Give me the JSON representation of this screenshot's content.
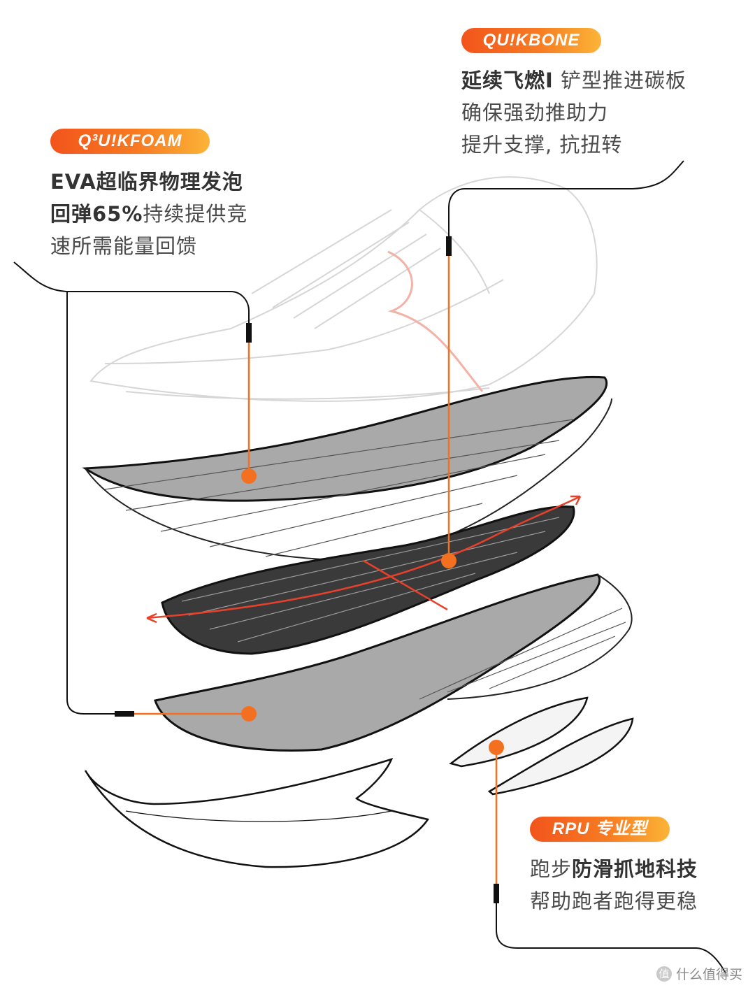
{
  "badges": {
    "quikbone": "QU!KBONE",
    "quikfoam": "Q³U!KFOAM",
    "rpu": "RPU 专业型"
  },
  "quikbone_text": {
    "line1_bold": "延续飞燃I",
    "line1_rest": " 铲型推进碳板",
    "line2": "确保强劲推助力",
    "line3": "提升支撑, 抗扭转"
  },
  "quikfoam_text": {
    "line1": "EVA超临界物理发泡",
    "line2_bold": "回弹65%",
    "line2_rest": "持续提供竞",
    "line3": "速所需能量回馈"
  },
  "rpu_text": {
    "line1_normal": "跑步",
    "line1_bold": "防滑抓地科技",
    "line2": "帮助跑者跑得更稳"
  },
  "watermark": {
    "logo": "值",
    "text": "什么值得买"
  },
  "colors": {
    "accent": "#f37021",
    "line": "#111111",
    "foam": "#a9a9a9"
  }
}
